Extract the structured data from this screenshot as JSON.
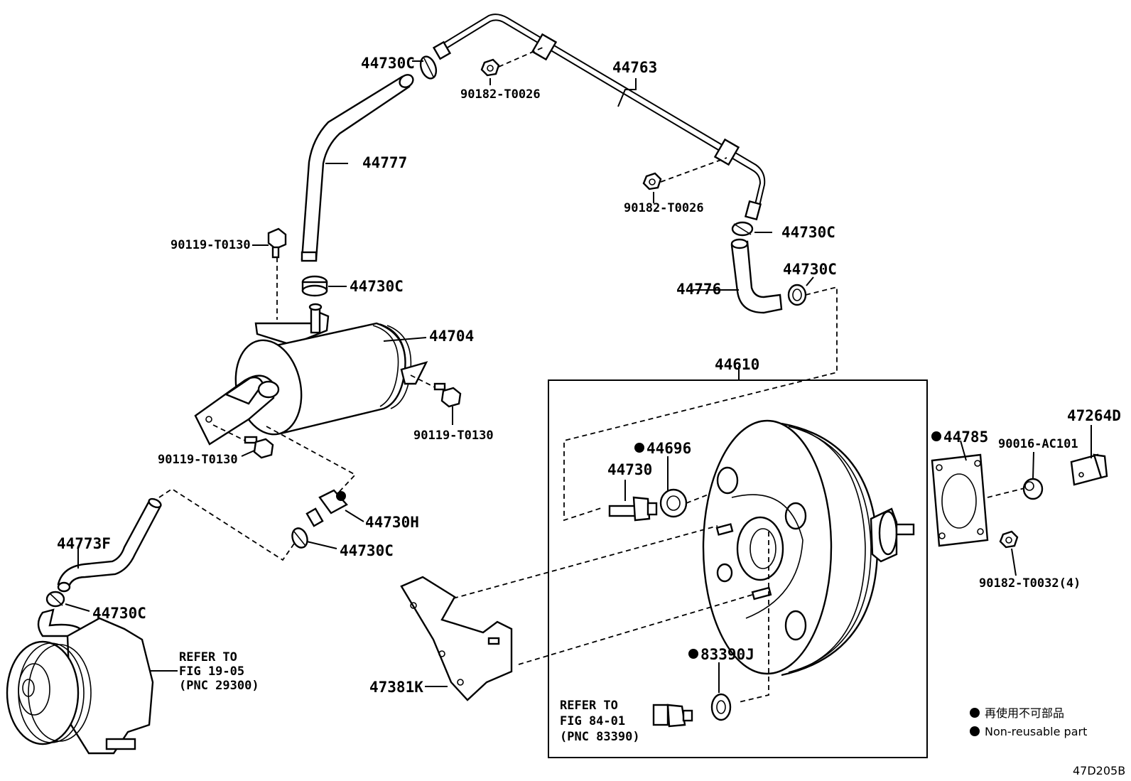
{
  "diagram": {
    "code": "47D205B",
    "parts": {
      "p_44730c_top": "44730C",
      "p_90182_t0026_top": "90182-T0026",
      "p_44763": "44763",
      "p_44777": "44777",
      "p_90182_t0026_mid": "90182-T0026",
      "p_44730c_right1": "44730C",
      "p_44730c_right2": "44730C",
      "p_44776": "44776",
      "p_90119_t0130_top": "90119-T0130",
      "p_44730c_left_mid": "44730C",
      "p_44704": "44704",
      "p_90119_t0130_right": "90119-T0130",
      "p_90119_t0130_bottom": "90119-T0130",
      "p_44610": "44610",
      "p_44696": "44696",
      "p_44730": "44730",
      "p_44785": "44785",
      "p_90016_ac101": "90016-AC101",
      "p_47264d": "47264D",
      "p_44730h": "44730H",
      "p_44730c_lower": "44730C",
      "p_44773f": "44773F",
      "p_44730c_pump": "44730C",
      "p_90182_t0032": "90182-T0032(4)",
      "p_47381k": "47381K",
      "p_83390j": "83390J"
    },
    "references": {
      "pump_ref": [
        "REFER TO",
        "FIG 19-05",
        "(PNC 29300)"
      ],
      "sensor_ref": [
        "REFER TO",
        "FIG 84-01",
        "(PNC 83390)"
      ]
    },
    "legend": {
      "jp": "再使用不可部品",
      "en": "Non-reusable part"
    }
  }
}
